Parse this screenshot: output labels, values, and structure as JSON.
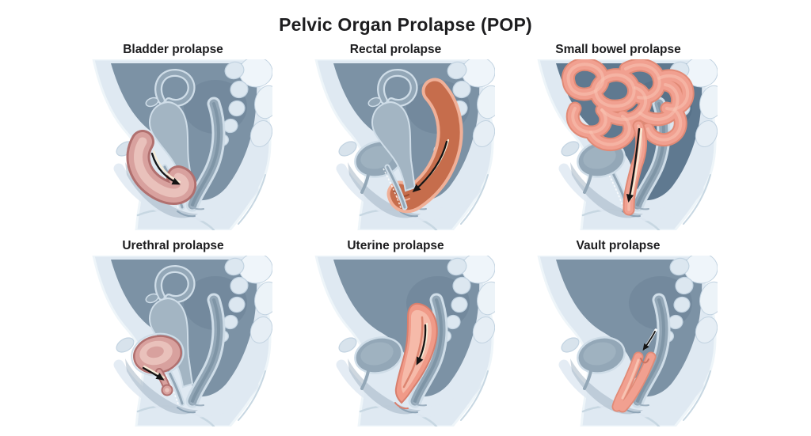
{
  "page": {
    "title": "Pelvic Organ Prolapse (POP)"
  },
  "panels": [
    {
      "id": "bladder-prolapse",
      "label": "Bladder prolapse",
      "type": "bladder"
    },
    {
      "id": "rectal-prolapse",
      "label": "Rectal prolapse",
      "type": "rectal"
    },
    {
      "id": "small-bowel-prolapse",
      "label": "Small bowel prolapse",
      "type": "small_bowel"
    },
    {
      "id": "urethral-prolapse",
      "label": "Urethral prolapse",
      "type": "urethral"
    },
    {
      "id": "uterine-prolapse",
      "label": "Uterine prolapse",
      "type": "uterine"
    },
    {
      "id": "vault-prolapse",
      "label": "Vault prolapse",
      "type": "vault"
    }
  ],
  "colors": {
    "background": "#ffffff",
    "text": "#1d1d1f",
    "body": "#dfe9f2",
    "body_edge": "#eef5f9",
    "crease": "#c7d7e2",
    "cavity": "#7c92a5",
    "cavity_deep": "#5f7990",
    "organ_grey": "#93a7b7",
    "uterus_grey": "#a3b5c3",
    "organ_outline": "#cfdde8",
    "bone": "#dce7f0",
    "bone_white": "#eff5fa",
    "bone_stroke": "#c2d3e1",
    "pubic": "#d8e3ec",
    "rose": "#d8a19e",
    "rose_stroke": "#b1706f",
    "rose_light": "#e9c1bb",
    "orange": "#c66d4c",
    "orange_edge": "#f0b098",
    "orange_fold": "#9d4d32",
    "salmon": "#f1a090",
    "salmon_edge": "#e18a76",
    "salmon_light": "#f7c3b2",
    "uterine": "#f09a88",
    "uterine_edge": "#d87f6d",
    "uterine_light": "#f6bcab",
    "uterine_canal": "#dd8570",
    "arrow": "#141414",
    "arrow_halo": "#f6ecd7",
    "arrow_halo_white": "#ffffff"
  }
}
